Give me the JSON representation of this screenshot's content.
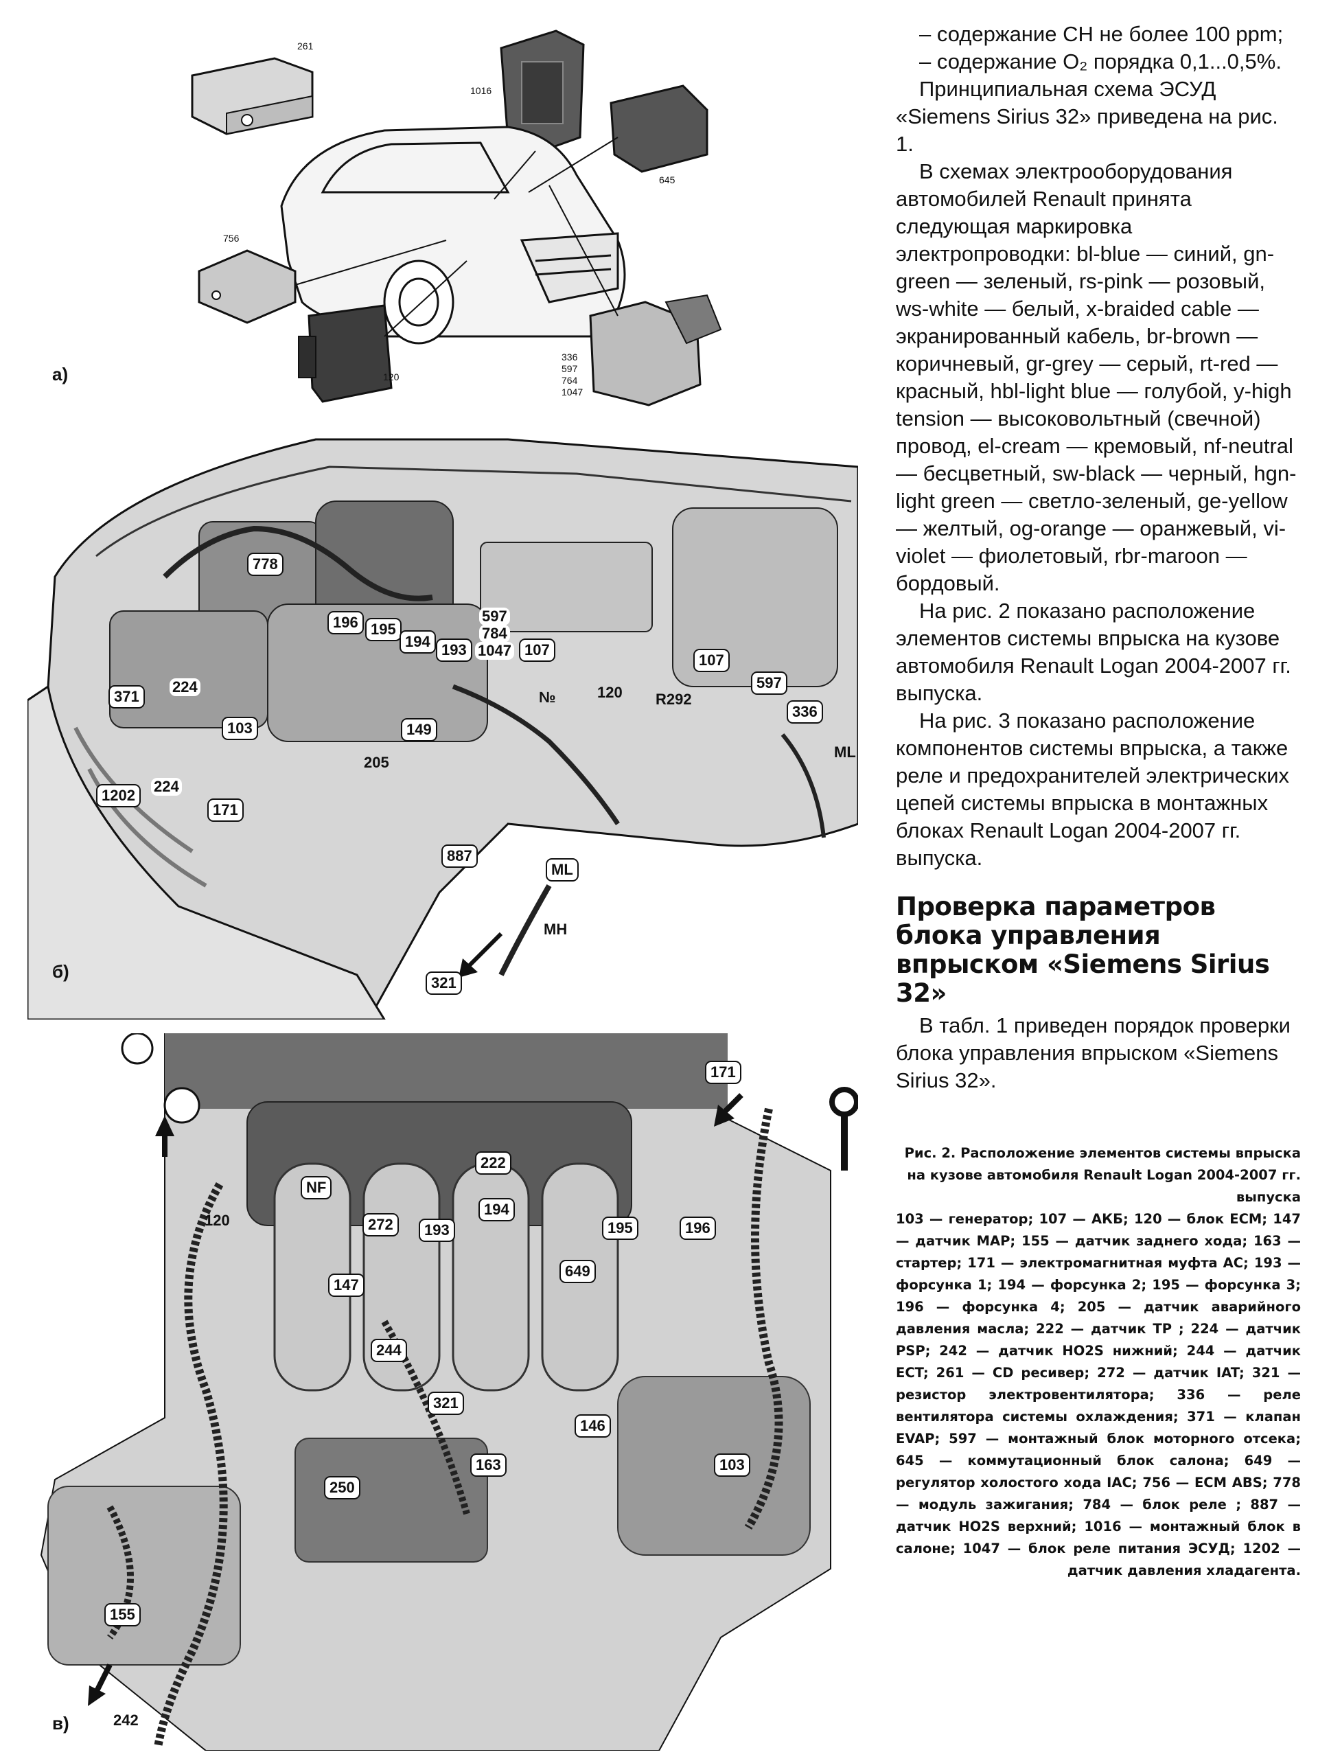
{
  "figure": {
    "panel_a": {
      "letter": "а)",
      "labels": [
        "261",
        "1016",
        "645",
        "756",
        "120",
        "336",
        "597",
        "764",
        "1047"
      ]
    },
    "panel_b": {
      "letter": "б)",
      "labels": [
        "778",
        "196",
        "195",
        "194",
        "193",
        "597",
        "784",
        "1047",
        "107",
        "107",
        "597",
        "336",
        "371",
        "224",
        "103",
        "149",
        "120",
        "№",
        "R292",
        "205",
        "1202",
        "224",
        "171",
        "887",
        "ML",
        "ML",
        "MH",
        "321"
      ]
    },
    "panel_v": {
      "letter": "в)",
      "labels": [
        "171",
        "222",
        "NF",
        "194",
        "272",
        "193",
        "195",
        "196",
        "649",
        "147",
        "120",
        "244",
        "321",
        "146",
        "163",
        "250",
        "103",
        "155",
        "242"
      ]
    }
  },
  "text": {
    "lines_top": [
      "– содержание СН не более 100 ppm;",
      "– содержание О₂ порядка 0,1...0,5%."
    ],
    "para1": "Принципиальная схема ЭСУД «Siemens Sirius 32» приведена на рис. 1.",
    "para2": "В схемах электрооборудования автомобилей Renault принята следующая маркировка электропроводки: bl-blue — синий, gn-green — зеленый, rs-pink — розовый, ws-white — белый, x-braided cable — экранированный кабель, br-brown — коричневый, gr-grey — серый, rt-red — красный, hbl-light blue — голубой, y-high tension — высоковольтный (свечной) провод, el-cream — кремовый, nf-neutral — бесцветный, sw-black — черный, hgn-light green — светло-зеленый, ge-yellow — желтый, og-orange — оранжевый, vi-violet — фиолетовый, rbr-maroon — бордовый.",
    "para3": "На рис. 2 показано расположение элементов системы впрыска на кузове автомобиля Renault Logan 2004-2007 гг. выпуска.",
    "para4": "На рис. 3 показано расположение компонентов системы впрыска, а также реле и предохранителей электрических цепей системы впрыска в монтажных блоках Renault Logan 2004-2007 гг. выпуска.",
    "heading": "Проверка параметров блока управления впрыском «Siemens Sirius 32»",
    "para5": "В табл. 1 приведен порядок проверки блока управления впрыском «Siemens Sirius 32».",
    "caption_title": "Рис. 2. Расположение элементов системы впрыска на кузове автомобиля Renault Logan 2004-2007 гг. выпуска",
    "caption_body": "103 — генератор; 107 — АКБ; 120 — блок ECM; 147 — датчик MAP; 155 — датчик заднего хода; 163 — стартер; 171 — электромагнитная муфта АС; 193 — форсунка 1; 194 — форсунка 2; 195 — форсунка 3; 196 — форсунка 4; 205 — датчик аварийного давления масла; 222 — датчик TP ; 224 — датчик PSP; 242 — датчик HO2S нижний; 244 — датчик ECT; 261 — CD ресивер; 272 — датчик IAT; 321 — резистор электровентилятора; 336 — реле вентилятора системы охлаждения; 371 — клапан EVAP; 597 — монтажный блок моторного отсека; 645 — коммутационный блок салона; 649 — регулятор холостого хода IAC; 756 — ECM ABS; 778 — модуль зажигания; 784 — блок реле ; 887 — датчик HO2S верхний; 1016 — монтажный блок в салоне; 1047 — блок реле питания ЭСУД; 1202 — датчик давления хладагента."
  }
}
